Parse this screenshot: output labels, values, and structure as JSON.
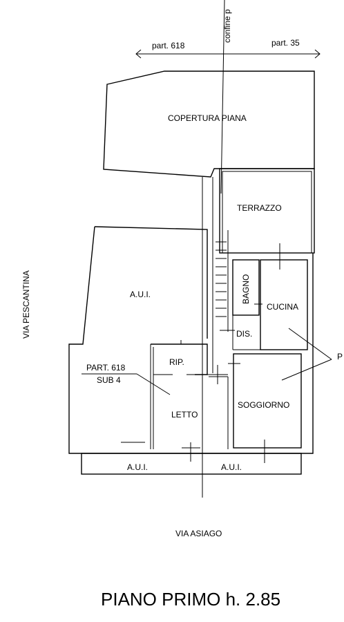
{
  "labels": {
    "confine": "confine p",
    "part_618_top": "part. 618",
    "part_35": "part. 35",
    "copertura": "COPERTURA PIANA",
    "terrazzo": "TERRAZZO",
    "bagno": "BAGNO",
    "cucina": "CUCINA",
    "dis": "DIS.",
    "aui_main": "A.U.I.",
    "part_618_sub": "PART. 618",
    "sub_4": "SUB 4",
    "rip": "RIP.",
    "letto": "LETTO",
    "soggiorno": "SOGGIORNO",
    "aui_bottom_left": "A.U.I.",
    "aui_bottom_right": "A.U.I.",
    "pointer_letter": "P",
    "via_pescantina": "VIA PESCANTINA",
    "via_asiago": "VIA ASIAGO"
  },
  "title": "PIANO PRIMO h. 2.85"
}
